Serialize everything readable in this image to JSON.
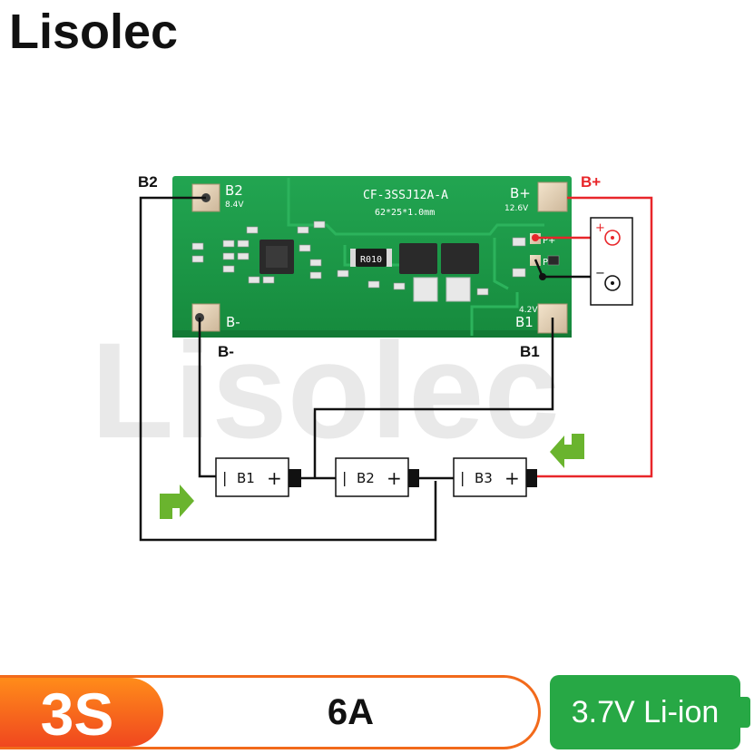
{
  "brand": {
    "name": "Lisolec",
    "watermark": "Lisolec"
  },
  "board": {
    "model": "CF-3SSJ12A-A",
    "dimensions": "62*25*1.0mm",
    "resistor_code": "R010",
    "pads": {
      "b2": {
        "label": "B2",
        "voltage": "8.4V"
      },
      "bplus": {
        "label": "B+",
        "voltage": "12.6V"
      },
      "bminus": {
        "label": "B-"
      },
      "b1": {
        "label": "B1",
        "voltage": "4.2V"
      },
      "pminus": {
        "label": "P-"
      },
      "pplus": {
        "label": "P+"
      }
    }
  },
  "wire_labels": {
    "b2": "B2",
    "bplus": "B+",
    "bminus": "B-",
    "b1": "B1"
  },
  "terminal_box": {
    "plus": "+",
    "minus": "−"
  },
  "cells": [
    {
      "label": "B1",
      "neg": "|",
      "pos": "+"
    },
    {
      "label": "B2",
      "neg": "|",
      "pos": "+"
    },
    {
      "label": "B3",
      "neg": "|",
      "pos": "+"
    }
  ],
  "specs": {
    "series": "3S",
    "current": "6A",
    "chemistry": "3.7V Li-ion"
  },
  "colors": {
    "board_green": "#1e9e4a",
    "wire_red": "#e8262a",
    "accent_orange": "#f26a1b",
    "badge_green": "#27a845",
    "arrow_green": "#6ab42e"
  }
}
